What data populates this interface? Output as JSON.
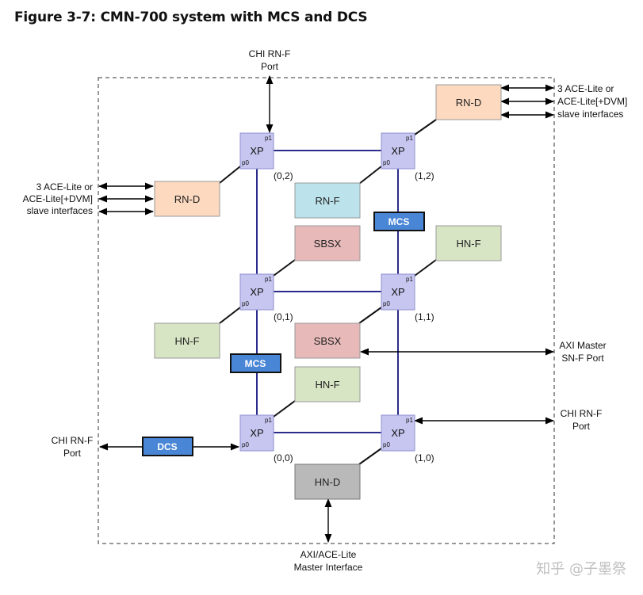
{
  "title": "Figure 3-7: CMN-700 system with MCS and DCS",
  "colors": {
    "xp_fill": "#c7c6f0",
    "xp_stroke": "#8f8fcf",
    "mesh_line": "#2b2b8c",
    "rnd_fill": "#fcd9bf",
    "rnf_fill": "#bce3ec",
    "sbsx_fill": "#e8b9b9",
    "hnf_fill": "#d8e5c5",
    "hnd_fill": "#b9b9b9",
    "tag_fill": "#4a86d6"
  },
  "xps": [
    {
      "label": "XP",
      "p1": "p1",
      "p0": "p0",
      "coord": "(0,2)"
    },
    {
      "label": "XP",
      "p1": "p1",
      "p0": "p0",
      "coord": "(1,2)"
    },
    {
      "label": "XP",
      "p1": "p1",
      "p0": "p0",
      "coord": "(0,1)"
    },
    {
      "label": "XP",
      "p1": "p1",
      "p0": "p0",
      "coord": "(1,1)"
    },
    {
      "label": "XP",
      "p1": "p1",
      "p0": "p0",
      "coord": "(0,0)"
    },
    {
      "label": "XP",
      "p1": "p1",
      "p0": "p0",
      "coord": "(1,0)"
    }
  ],
  "nodes": {
    "rnd_top": "RN-D",
    "rnd_left": "RN-D",
    "rnf": "RN-F",
    "sbsx_top": "SBSX",
    "hnf_right": "HN-F",
    "hnf_left": "HN-F",
    "sbsx_mid": "SBSX",
    "hnf_bottom": "HN-F",
    "hnd": "HN-D"
  },
  "tags": {
    "mcs_right": "MCS",
    "mcs_left": "MCS",
    "dcs": "DCS"
  },
  "external": {
    "chi_top": [
      "CHI RN-F",
      "Port"
    ],
    "ace_right": [
      "3 ACE-Lite or",
      "ACE-Lite[+DVM]",
      "slave interfaces"
    ],
    "ace_left": [
      "3 ACE-Lite or",
      "ACE-Lite[+DVM]",
      "slave interfaces"
    ],
    "axi_master": [
      "AXI Master",
      "SN-F Port"
    ],
    "chi_right": [
      "CHI RN-F",
      "Port"
    ],
    "chi_left": [
      "CHI RN-F",
      "Port"
    ],
    "axi_ace_bottom": [
      "AXI/ACE-Lite",
      "Master Interface"
    ]
  },
  "watermark": "知乎 @子墨祭"
}
